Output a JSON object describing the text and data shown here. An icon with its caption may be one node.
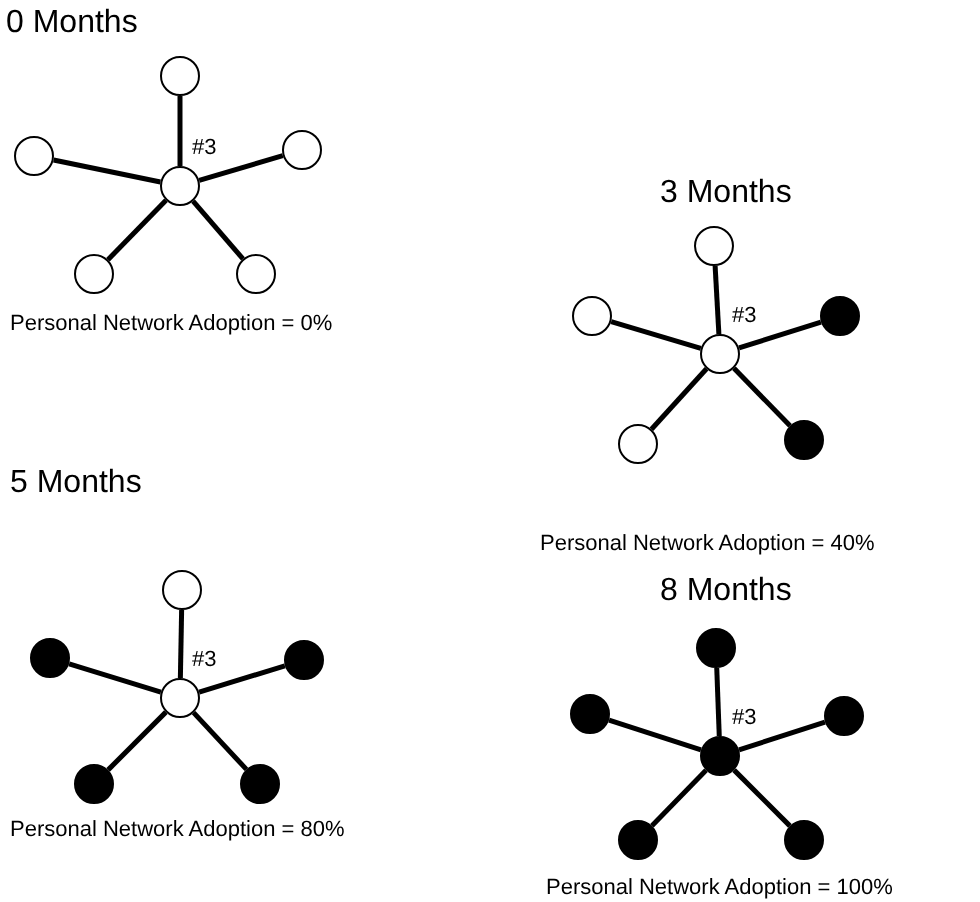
{
  "diagram": {
    "nodes": [
      {
        "text": [],
        "shape": "circle"
      },
      {
        "text": [],
        "shape": "circle"
      },
      {
        "text": [],
        "shape": "circle"
      },
      {
        "text": [],
        "shape": "circle",
        "beside": [
          "#3"
        ]
      },
      {
        "text": [],
        "shape": "circle"
      },
      {
        "text": [],
        "shape": "circle"
      },
      {
        "text": [],
        "shape": "circle"
      },
      {
        "text": [],
        "shape": "circle"
      },
      {
        "text": [],
        "shape": "dot"
      },
      {
        "text": [],
        "shape": "circle",
        "beside": [
          "#3"
        ]
      },
      {
        "text": [],
        "shape": "circle"
      },
      {
        "text": [],
        "shape": "dot"
      },
      {
        "text": [],
        "shape": "circle"
      },
      {
        "text": [],
        "shape": "dot"
      },
      {
        "text": [],
        "shape": "dot"
      },
      {
        "text": [],
        "shape": "circle",
        "beside": [
          "#3"
        ]
      },
      {
        "text": [],
        "shape": "dot"
      },
      {
        "text": [],
        "shape": "dot"
      },
      {
        "text": [],
        "shape": "dot"
      },
      {
        "text": [],
        "shape": "dot"
      },
      {
        "text": [],
        "shape": "dot"
      },
      {
        "text": [],
        "shape": "dot",
        "beside": [
          "#3"
        ]
      },
      {
        "text": [],
        "shape": "dot"
      },
      {
        "text": [],
        "shape": "dot"
      }
    ],
    "edges": [
      {
        "from": 3,
        "to": 0,
        "arrow": "none"
      },
      {
        "from": 3,
        "to": 1,
        "arrow": "none"
      },
      {
        "from": 3,
        "to": 2,
        "arrow": "none"
      },
      {
        "from": 3,
        "to": 4,
        "arrow": "none"
      },
      {
        "from": 3,
        "to": 5,
        "arrow": "none"
      },
      {
        "from": 9,
        "to": 6,
        "arrow": "none"
      },
      {
        "from": 9,
        "to": 7,
        "arrow": "none"
      },
      {
        "from": 9,
        "to": 8,
        "arrow": "none"
      },
      {
        "from": 9,
        "to": 10,
        "arrow": "none"
      },
      {
        "from": 9,
        "to": 11,
        "arrow": "none"
      },
      {
        "from": 15,
        "to": 12,
        "arrow": "none"
      },
      {
        "from": 15,
        "to": 13,
        "arrow": "none"
      },
      {
        "from": 15,
        "to": 14,
        "arrow": "none"
      },
      {
        "from": 15,
        "to": 16,
        "arrow": "none"
      },
      {
        "from": 15,
        "to": 17,
        "arrow": "none"
      },
      {
        "from": 21,
        "to": 18,
        "arrow": "none"
      },
      {
        "from": 21,
        "to": 19,
        "arrow": "none"
      },
      {
        "from": 21,
        "to": 20,
        "arrow": "none"
      },
      {
        "from": 21,
        "to": 22,
        "arrow": "none"
      },
      {
        "from": 21,
        "to": 23,
        "arrow": "none"
      }
    ],
    "labels": [
      "0 Months",
      "Personal Network Adoption = 0%",
      "3 Months",
      "Personal Network Adoption = 40%",
      "5 Months",
      "Personal Network Adoption = 80%",
      "8 Months",
      "Personal Network Adoption = 100%"
    ]
  }
}
